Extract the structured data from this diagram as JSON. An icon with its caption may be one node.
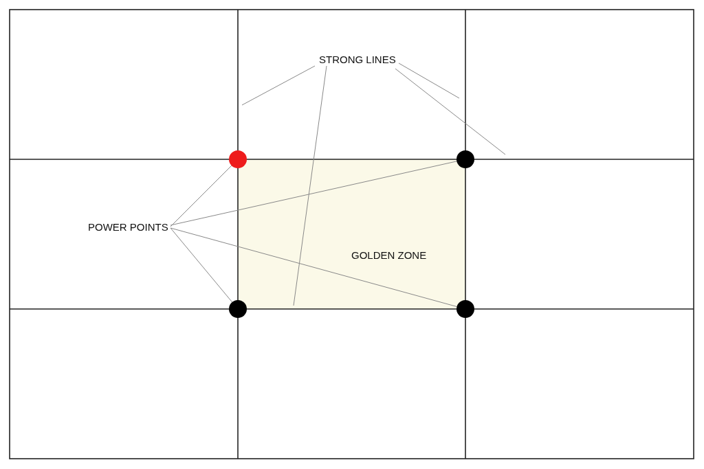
{
  "diagram": {
    "nodes": [
      {
        "text": [
          "STRONG LINES"
        ]
      },
      {
        "text": [
          "POWER POINTS"
        ]
      },
      {
        "text": [
          "GOLDEN ZONE"
        ]
      },
      {
        "text": [],
        "shape": "circle"
      },
      {
        "text": [],
        "shape": "circle"
      },
      {
        "text": [],
        "shape": "circle"
      },
      {
        "text": [],
        "shape": "circle"
      }
    ],
    "edges": [
      {
        "from": 0,
        "to": null,
        "arrow": "none"
      },
      {
        "from": 0,
        "to": 2,
        "arrow": "none"
      },
      {
        "from": 0,
        "to": null,
        "arrow": "none"
      },
      {
        "from": 0,
        "to": null,
        "arrow": "none"
      },
      {
        "from": 1,
        "to": 3,
        "arrow": "none"
      },
      {
        "from": 1,
        "to": 4,
        "arrow": "none"
      },
      {
        "from": 1,
        "to": 5,
        "arrow": "none"
      },
      {
        "from": 1,
        "to": 6,
        "arrow": "none"
      }
    ]
  }
}
